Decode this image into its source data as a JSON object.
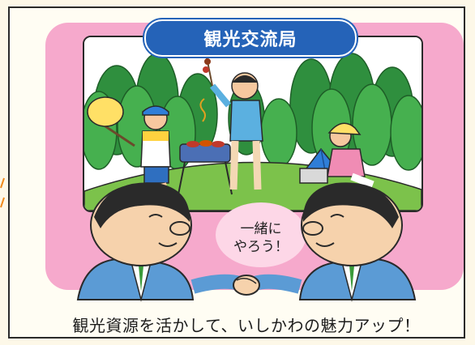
{
  "title": "観光交流局",
  "speech_bubble": {
    "line1": "一緒に",
    "line2": "やろう！"
  },
  "caption": "観光資源を活かして、いしかわの魅力アップ！",
  "colors": {
    "panel_pink": "#f6a9cc",
    "title_blue": "#2563b8",
    "suit_blue": "#5b9bd5",
    "tree_green": "#3fa34d",
    "grass_green": "#7cc24b"
  }
}
